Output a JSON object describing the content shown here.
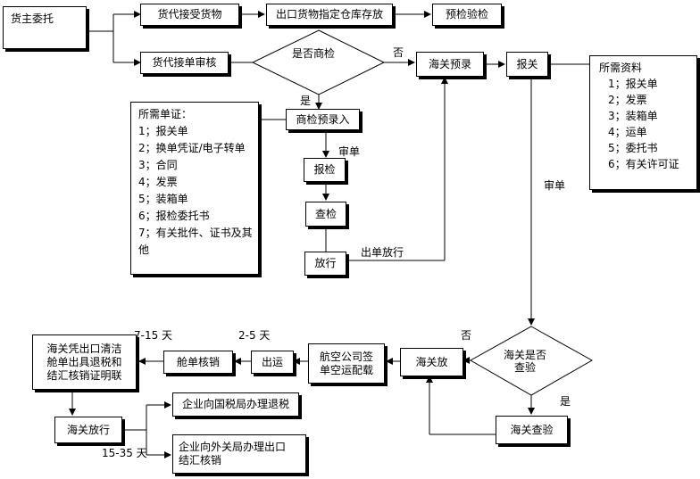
{
  "nodes": {
    "shipper": "货主委托",
    "forwarder_receive": "货代接受货物",
    "warehouse": "出口货物指定仓库存放",
    "precheck": "预检验检",
    "forwarder_review": "货代接单审核",
    "is_commodity_inspection": "是否商检",
    "customs_prerecord": "海关预录",
    "declare": "报关",
    "ciq_prerecord": "商检预录入",
    "inspection_apply": "报检",
    "inspection": "查检",
    "release": "放行",
    "customs_check_q": "海关是否\n查验",
    "customs_check": "海关查验",
    "customs_release": "海关放",
    "airline": "航空公司签\n单空运配载",
    "ship_out": "出运",
    "manifest_verify": "舱单核销",
    "customs_cert": "海关凭出口清洁\n舱单出具退税和\n结汇核销证明联",
    "customs_pass": "海关放行",
    "tax_refund": "企业向国税局办理退税",
    "fx_verify": "企业向外关局办理出口\n结汇核销"
  },
  "labels": {
    "no_top": "否",
    "yes_left": "是",
    "review1": "审单",
    "review2": "审单",
    "release_doc": "出单放行",
    "no_bottom": "否",
    "yes_bottom": "是",
    "days_7_15": "7-15 天",
    "days_2_5": "2-5 天",
    "days_15_35": "15-35 天"
  },
  "docs_left": {
    "title": "所需单证：",
    "items": [
      "1；报关单",
      "2；换单凭证/电子转单",
      "3；合同",
      "4；发票",
      "5；装箱单",
      "6；报检委托书",
      "7；有关批件、证书及其",
      "他"
    ]
  },
  "docs_right": {
    "title": "所需资料",
    "items": [
      "1；报关单",
      "2；发票",
      "3；装箱单",
      "4；运单",
      "5；委托书",
      "6；有关许可证"
    ]
  }
}
